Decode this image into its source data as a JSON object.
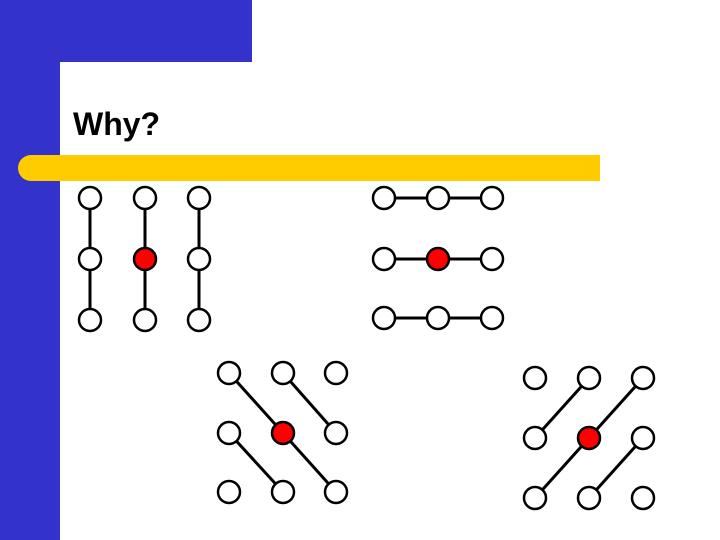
{
  "slide": {
    "title": "Why?"
  },
  "colors": {
    "side_panel": "#3333cc",
    "accent_bar": "#ffcc00",
    "node_fill": "#ffffff",
    "center_node_fill": "#ff0000",
    "stroke": "#000000"
  },
  "diagrams": [
    {
      "name": "vertical-lines-grid",
      "links": "vertical"
    },
    {
      "name": "horizontal-lines-grid",
      "links": "horizontal"
    },
    {
      "name": "diagonal-down-grid",
      "links": "diagonal-down"
    },
    {
      "name": "diagonal-up-grid",
      "links": "diagonal-up"
    }
  ]
}
